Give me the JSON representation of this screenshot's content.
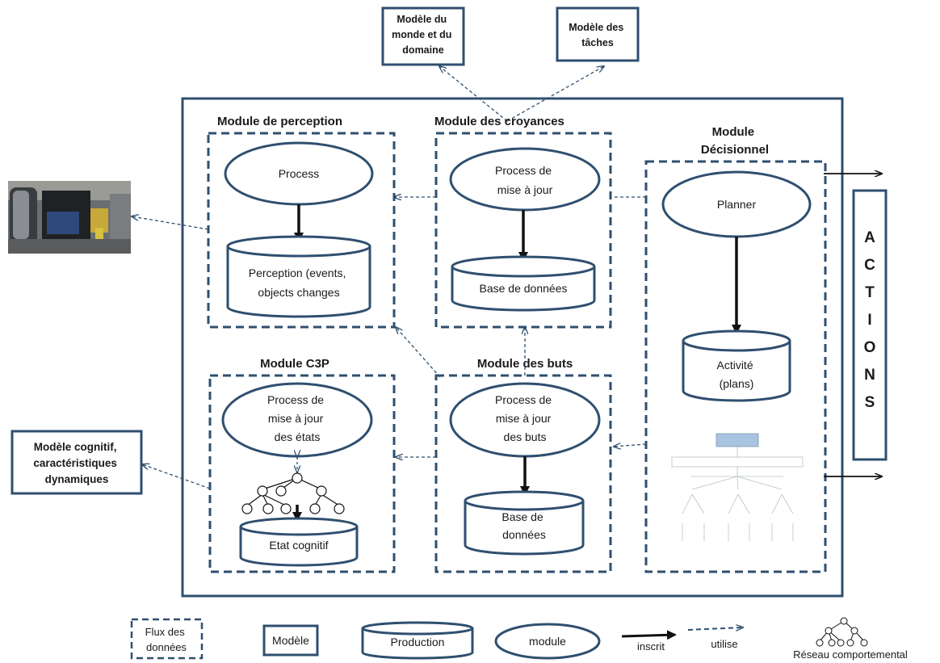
{
  "models": {
    "monde": [
      "Modèle du",
      "monde et du",
      "domaine"
    ],
    "taches": [
      "Modèle des",
      "tâches"
    ],
    "cognitif": [
      "Modèle cognitif,",
      "caractéristiques",
      "dynamiques"
    ]
  },
  "modules": {
    "perception": {
      "title": "Module de perception",
      "process": "Process",
      "db": [
        "Perception (events,",
        "objects changes"
      ]
    },
    "croyances": {
      "title": "Module des croyances",
      "process": [
        "Process de",
        "mise à jour"
      ],
      "db": "Base de données"
    },
    "decisionnel": {
      "title": [
        "Module",
        "Décisionnel"
      ],
      "process": "Planner",
      "db": [
        "Activité",
        "(plans)"
      ]
    },
    "c3p": {
      "title": "Module C3P",
      "process": [
        "Process de",
        "mise à jour",
        "des états"
      ],
      "db": "Etat cognitif"
    },
    "buts": {
      "title": "Module des buts",
      "process": [
        "Process de",
        "mise à jour",
        "des buts"
      ],
      "db": [
        "Base de",
        "données"
      ]
    }
  },
  "actions_label": "ACTIONS",
  "legend": {
    "flux": [
      "Flux des",
      "données"
    ],
    "modele": "Modèle",
    "production": "Production",
    "module": "module",
    "inscrit": "inscrit",
    "utilise": "utilise",
    "reseau": "Réseau comportemental"
  },
  "colors": {
    "stroke": "#2f4f6f",
    "arrow": "#111111"
  },
  "icons": [
    "simulation-scene-image",
    "agent-goal-tree-figure",
    "behavior-network-icon"
  ]
}
